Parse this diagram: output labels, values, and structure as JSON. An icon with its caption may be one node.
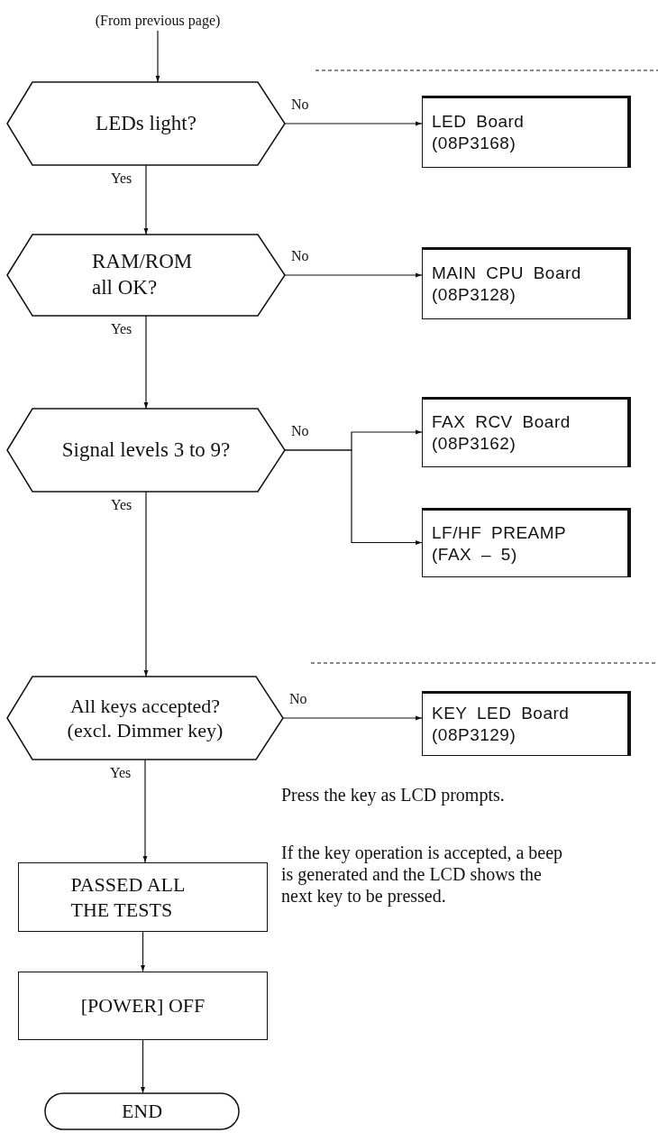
{
  "diagram": {
    "nodes": [
      {
        "text": [
          "(From previous page)"
        ]
      },
      {
        "text": [
          "LEDs light?"
        ]
      },
      {
        "text": [
          "LED Board (08P3168)"
        ]
      },
      {
        "text": [
          "RAM/ROM all OK?"
        ]
      },
      {
        "text": [
          "MAIN CPU Board (08P3128)"
        ]
      },
      {
        "text": [
          "Signal levels 3 to 9?"
        ]
      },
      {
        "text": [
          "FAX RCV Board (08P3162)"
        ]
      },
      {
        "text": [
          "LF/HF PREAMP (FAX – 5)"
        ]
      },
      {
        "text": [
          "All keys accepted? (excl. Dimmer key)"
        ]
      },
      {
        "text": [
          "KEY LED Board (08P3129)"
        ]
      },
      {
        "text": [
          "PASSED ALL THE TESTS"
        ]
      },
      {
        "text": [
          "[POWER] OFF"
        ]
      },
      {
        "text": [
          "END"
        ]
      }
    ],
    "edges": [
      {
        "from": 0,
        "to": 1,
        "arrow": "to"
      },
      {
        "from": 1,
        "to": 2,
        "arrow": "to",
        "label": "No"
      },
      {
        "from": 1,
        "to": 3,
        "arrow": "to",
        "label": "Yes"
      },
      {
        "from": 3,
        "to": 4,
        "arrow": "to",
        "label": "No"
      },
      {
        "from": 3,
        "to": 5,
        "arrow": "to",
        "label": "Yes"
      },
      {
        "from": 5,
        "to": 6,
        "arrow": "to",
        "label": "No"
      },
      {
        "from": 5,
        "to": 7,
        "arrow": "to"
      },
      {
        "from": 5,
        "to": 8,
        "arrow": "to",
        "label": "Yes"
      },
      {
        "from": 8,
        "to": 9,
        "arrow": "to",
        "label": "No"
      },
      {
        "from": 8,
        "to": 10,
        "arrow": "to",
        "label": "Yes"
      },
      {
        "from": 10,
        "to": 11,
        "arrow": "to"
      },
      {
        "from": 11,
        "to": 12,
        "arrow": "to"
      }
    ],
    "labels": [
      "Press the key as LCD prompts.",
      "If the key operation is accepted, a beep is generated and the LCD shows the next key to be pressed."
    ]
  }
}
